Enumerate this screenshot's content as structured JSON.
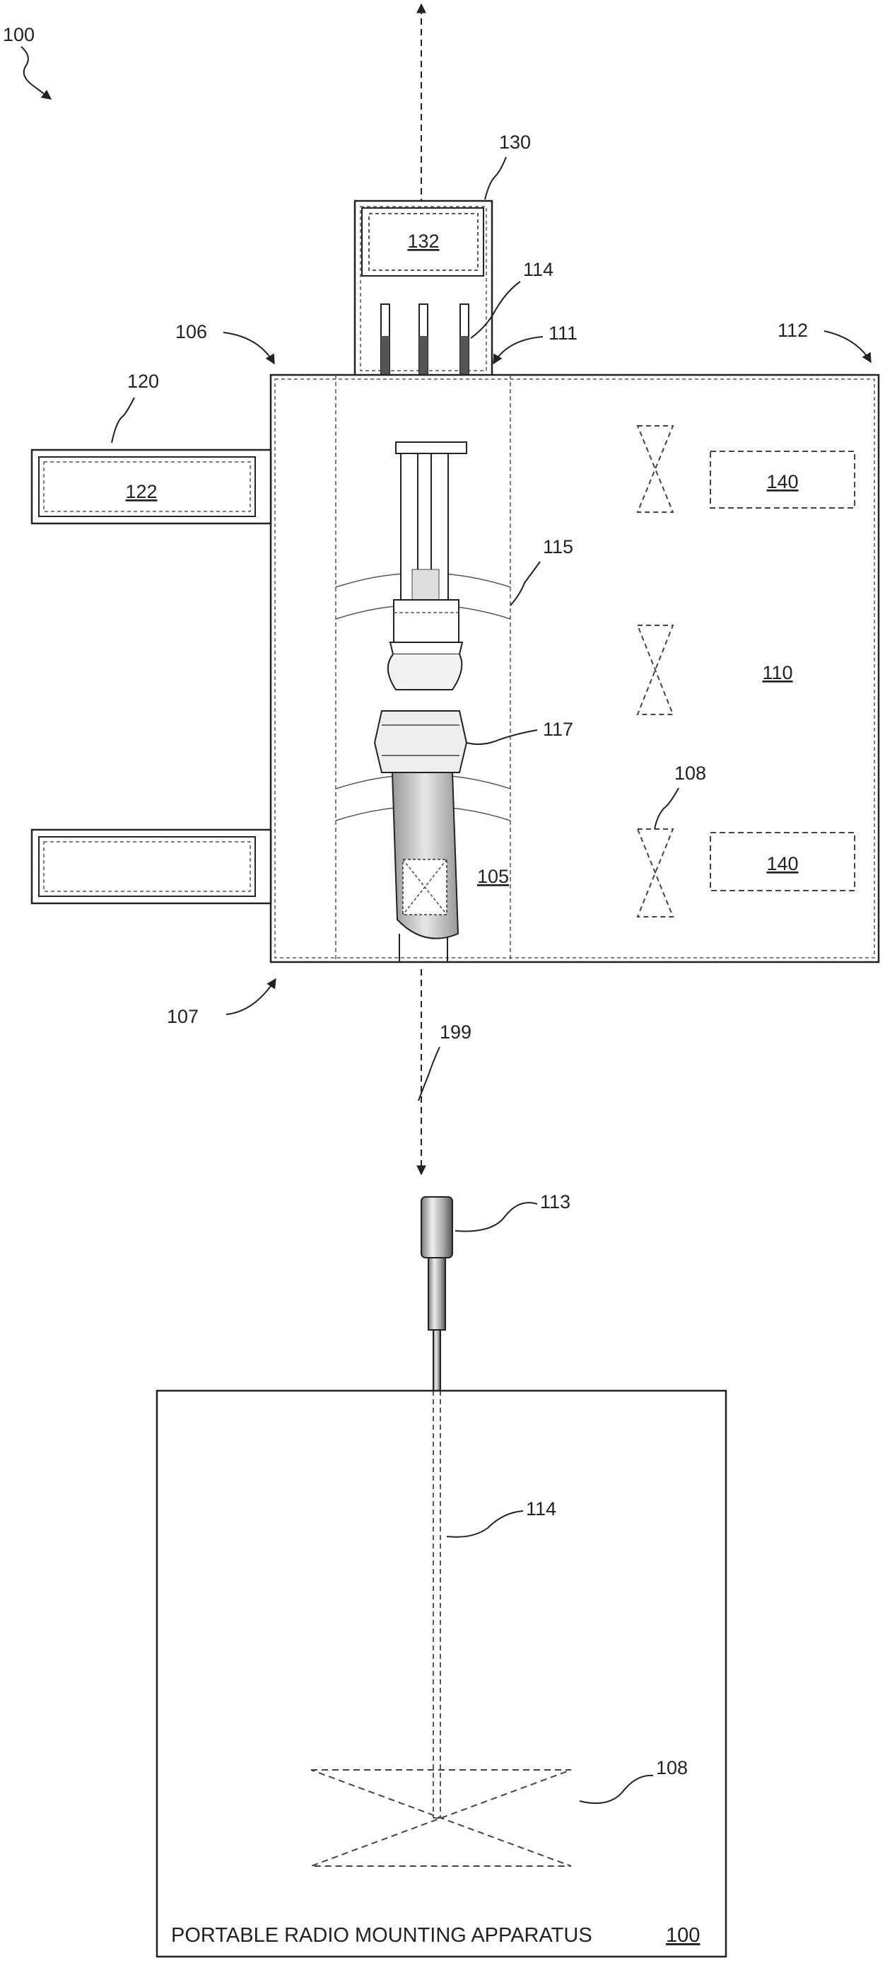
{
  "figure": {
    "ref_100": "100",
    "caption_text": "PORTABLE RADIO MOUNTING APPARATUS",
    "caption_ref": "100"
  },
  "top_view": {
    "ref_130": "130",
    "ref_132": "132",
    "ref_114": "114",
    "ref_106": "106",
    "ref_111": "111",
    "ref_112": "112",
    "ref_120": "120",
    "ref_122": "122",
    "ref_113": "113",
    "ref_140_upper": "140",
    "ref_115": "115",
    "ref_110": "110",
    "ref_117": "117",
    "ref_108": "108",
    "ref_140_lower": "140",
    "ref_105": "105",
    "ref_107": "107",
    "ref_199": "199"
  },
  "side_view": {
    "ref_113": "113",
    "ref_114": "114",
    "ref_108": "108"
  }
}
